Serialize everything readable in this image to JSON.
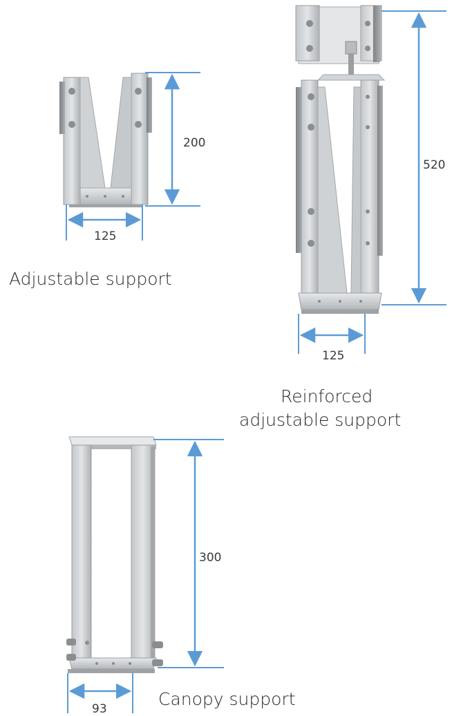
{
  "colors": {
    "dimension_line": "#5b9bd5",
    "metal_light": "#d9dbdd",
    "metal_mid": "#b9bcbf",
    "metal_dark": "#8f9396",
    "bolt": "#8a8e91",
    "text": "#2a2a2a"
  },
  "products": [
    {
      "caption": "Adjustable support",
      "height_label": "200",
      "width_label": "125"
    },
    {
      "caption_line1": "Reinforced",
      "caption_line2": "adjustable support",
      "height_label": "520",
      "width_label": "125"
    },
    {
      "caption": "Canopy support",
      "height_label": "300",
      "width_label": "93"
    }
  ]
}
